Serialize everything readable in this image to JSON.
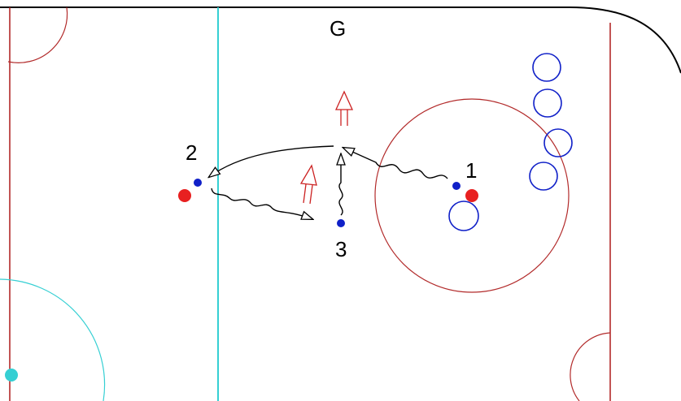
{
  "labels": {
    "goal": "G",
    "player_1": "1",
    "player_2": "2",
    "player_3": "3"
  },
  "colors": {
    "rink_red": "#b22a2a",
    "blue_line": "#35cfd3",
    "player_blue": "#1020c8",
    "puck_red": "#e82020",
    "path_black": "#000000",
    "skate_red": "#cc2222",
    "board": "#000000",
    "background": "#ffffff"
  }
}
